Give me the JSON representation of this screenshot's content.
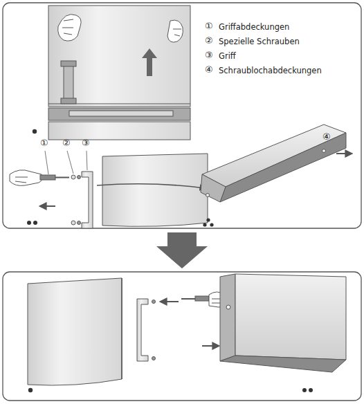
{
  "diagram": {
    "labels": [
      "①",
      "Griffabdeckungen",
      "②",
      "Spezielle Schrauben",
      "③",
      "Griff",
      "④",
      "Schraublochabdeckungen",
      "①",
      "②",
      "③",
      "④"
    ]
  }
}
